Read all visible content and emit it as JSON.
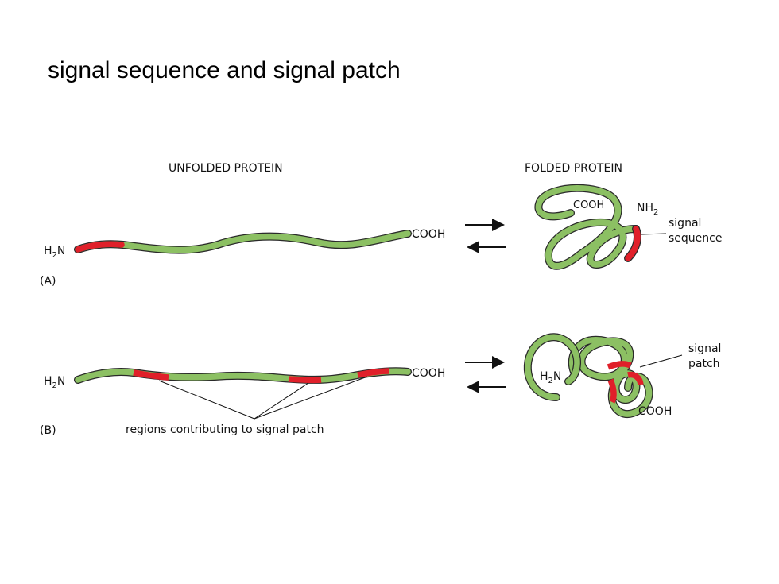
{
  "slide": {
    "title": "signal sequence and signal patch"
  },
  "figure": {
    "headers": {
      "unfolded": "UNFOLDED PROTEIN",
      "folded": "FOLDED PROTEIN"
    },
    "panel_a": {
      "id": "(A)",
      "n_terminus": {
        "main": "H",
        "sub": "2",
        "end": "N"
      },
      "c_terminus": "COOH",
      "folded_c_terminus": "COOH",
      "folded_n_terminus": {
        "main": "NH",
        "sub": "2"
      },
      "callout_line1": "signal",
      "callout_line2": "sequence"
    },
    "panel_b": {
      "id": "(B)",
      "n_terminus": {
        "main": "H",
        "sub": "2",
        "end": "N"
      },
      "c_terminus": "COOH",
      "folded_n_terminus": {
        "main": "H",
        "sub": "2",
        "end": "N"
      },
      "folded_c_terminus": "COOH",
      "callout_line1": "signal",
      "callout_line2": "patch",
      "regions_caption": "regions contributing to signal patch"
    },
    "colors": {
      "chain": "#8cc063",
      "signal": "#e0202a",
      "outline": "#2a2a2a"
    },
    "icons": {
      "equilibrium": "equilibrium-arrows-icon"
    }
  }
}
